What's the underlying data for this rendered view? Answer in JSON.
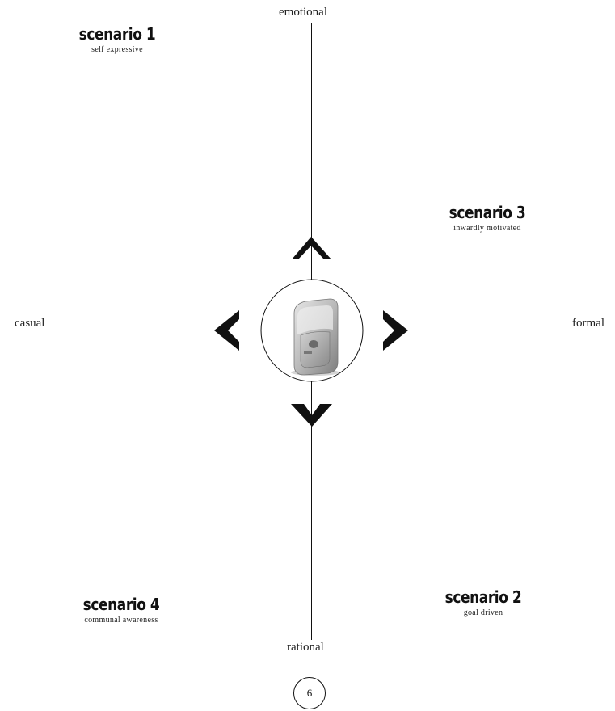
{
  "axes": {
    "top": "emotional",
    "bottom": "rational",
    "left": "casual",
    "right": "formal"
  },
  "scenarios": [
    {
      "title": "scenario 1",
      "subtitle": "self expressive"
    },
    {
      "title": "scenario 2",
      "subtitle": "goal driven"
    },
    {
      "title": "scenario 3",
      "subtitle": "inwardly motivated"
    },
    {
      "title": "scenario 4",
      "subtitle": "communal awareness"
    }
  ],
  "center": {
    "icon": "phone-device-icon"
  },
  "page_number": "6"
}
